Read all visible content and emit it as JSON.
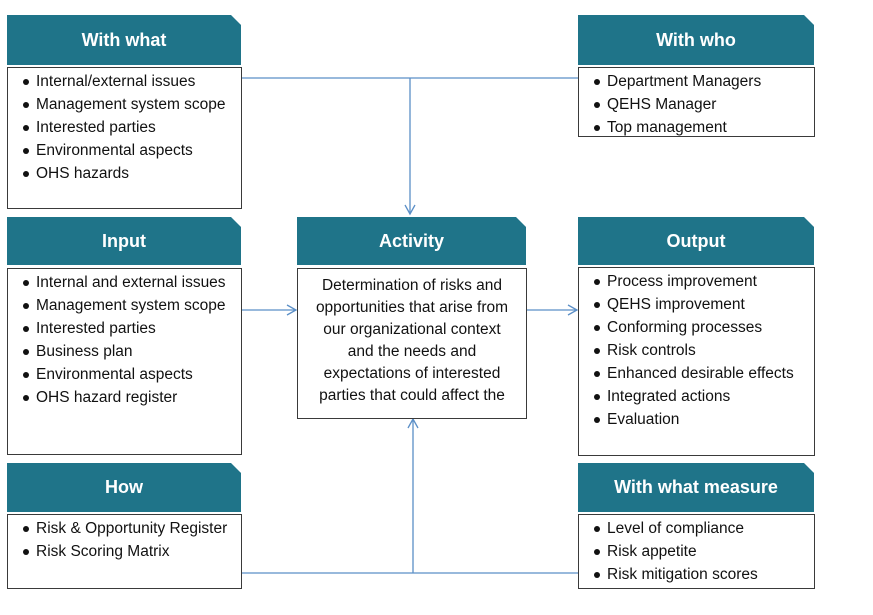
{
  "with_what": {
    "title": "With what",
    "items": [
      "Internal/external issues",
      "Management system scope",
      "Interested parties",
      "Environmental aspects",
      "OHS hazards"
    ]
  },
  "with_who": {
    "title": "With who",
    "items": [
      "Department Managers",
      "QEHS Manager",
      "Top management"
    ]
  },
  "input": {
    "title": "Input",
    "items": [
      "Internal and external issues",
      "Management system scope",
      "Interested parties",
      "Business plan",
      "Environmental aspects",
      "OHS hazard register"
    ]
  },
  "activity": {
    "title": "Activity",
    "text": "Determination of risks and opportunities that arise from our organizational context and the needs and expectations of interested parties that could affect the"
  },
  "output": {
    "title": "Output",
    "items": [
      "Process improvement",
      "QEHS improvement",
      "Conforming processes",
      "Risk controls",
      "Enhanced desirable effects",
      "Integrated actions",
      "Evaluation"
    ]
  },
  "how": {
    "title": "How",
    "items": [
      "Risk & Opportunity Register",
      "Risk Scoring Matrix"
    ]
  },
  "with_what_measure": {
    "title": "With what measure",
    "items": [
      "Level of compliance",
      "Risk appetite",
      "Risk mitigation scores"
    ]
  },
  "colors": {
    "header_bg": "#1f7489",
    "connector": "#5b8fc7"
  }
}
